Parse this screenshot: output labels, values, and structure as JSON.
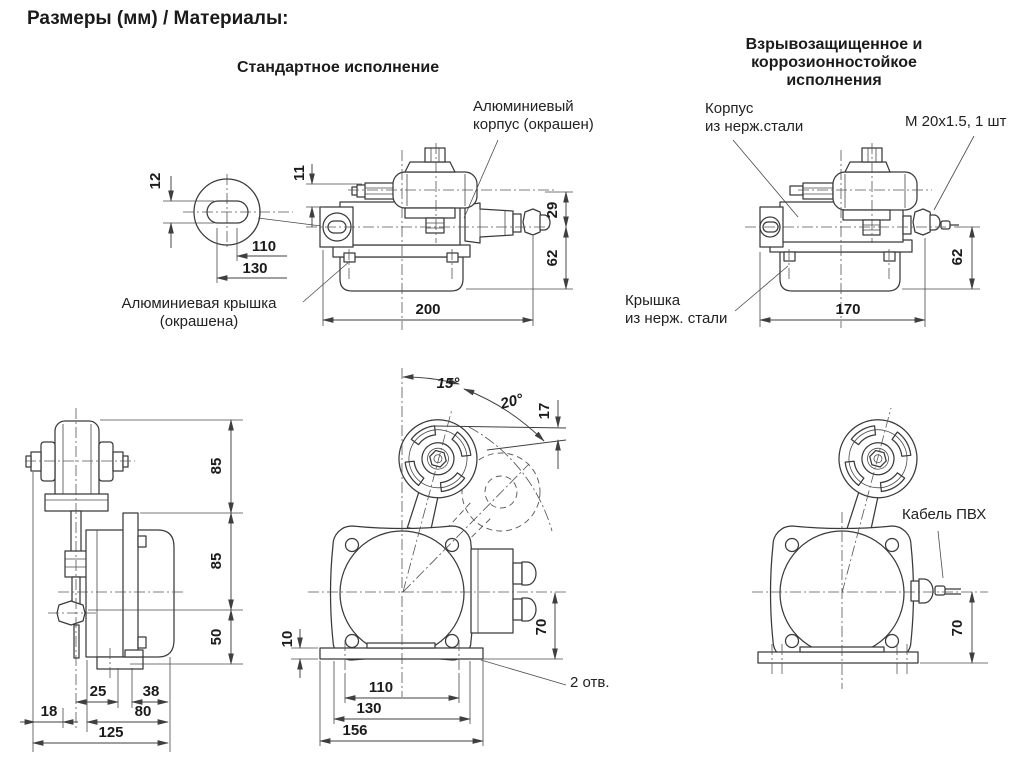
{
  "title": "Размеры (мм) / Материалы:",
  "standard": {
    "heading": "Стандартное исполнение",
    "label_housing": "Алюминиевый\nкорпус (окрашен)",
    "label_cover": "Алюминиевая крышка\n(окрашена)",
    "dims": {
      "slot": "12",
      "lever_offset": "11",
      "hole_offset": "110",
      "edge_offset": "130",
      "head_height": "29",
      "body_height": "62",
      "length": "200"
    }
  },
  "explosion_proof": {
    "heading": "Взрывозащищенное и\nкоррозионностойкое\nисполнения",
    "label_housing": "Корпус\nиз нерж.стали",
    "label_gland": "М 20x1.5, 1 шт",
    "label_cover": "Крышка\nиз нерж. стали",
    "label_cable": "Кабель ПВХ",
    "dims": {
      "body_height": "62",
      "length": "170",
      "cable_height": "70"
    }
  },
  "side_view": {
    "dims": {
      "upper": "85",
      "middle": "85",
      "lower": "50",
      "foot": "25",
      "flange": "38",
      "axle": "18",
      "body": "80",
      "total": "125"
    }
  },
  "front_view": {
    "label_holes": "2 отв.",
    "dims": {
      "angle_lever": "15°",
      "angle_travel": "20°",
      "travel": "17",
      "base_height": "10",
      "gland_height": "70",
      "holes": "110",
      "feet": "130",
      "base_width": "156"
    }
  }
}
